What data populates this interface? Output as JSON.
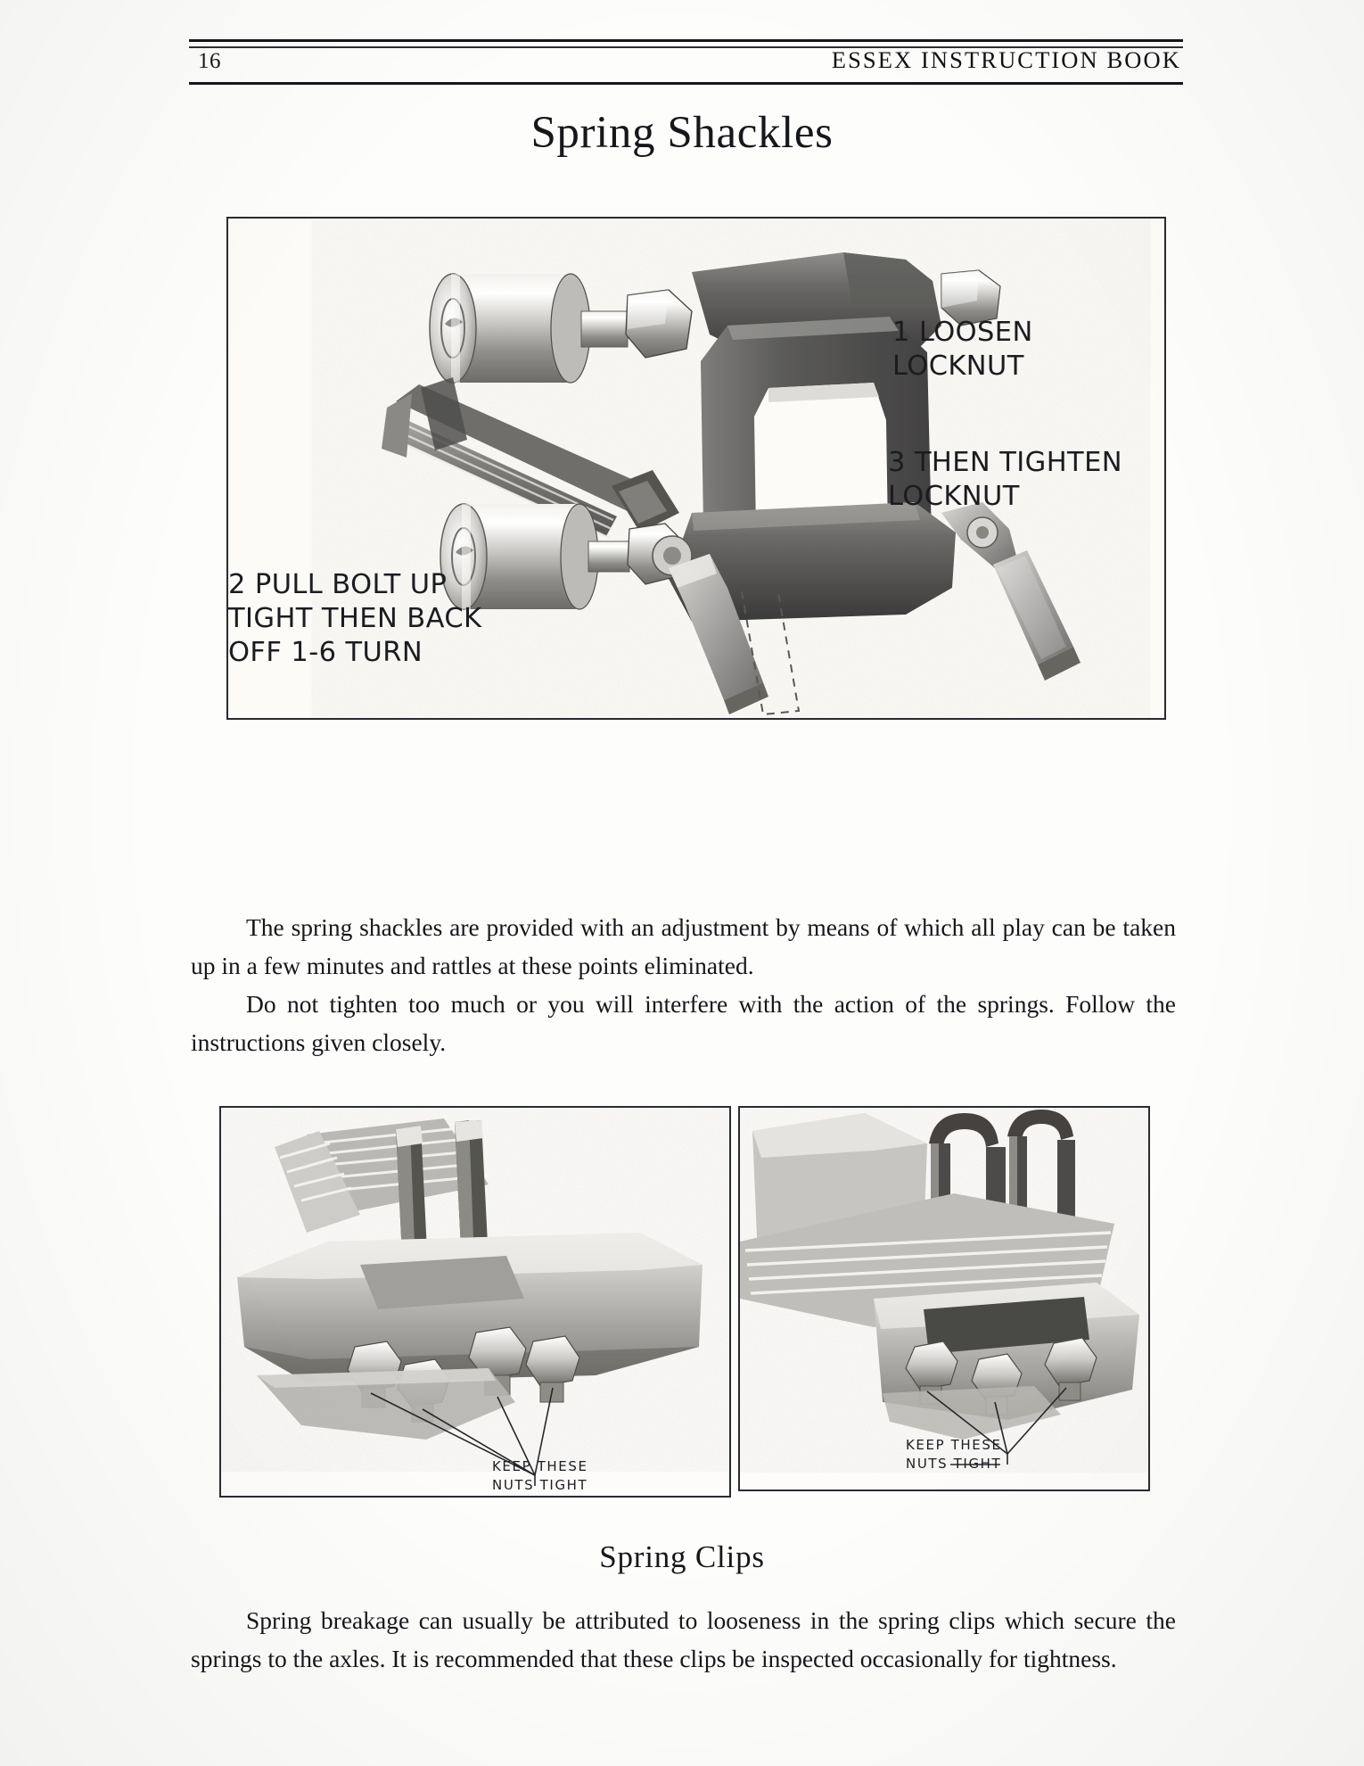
{
  "header": {
    "folio": "16",
    "running_head": "ESSEX INSTRUCTION BOOK"
  },
  "title": "Spring Shackles",
  "figure_shackle": {
    "callout_1": "1 LOOSEN\nLOCKNUT",
    "callout_3": "3 THEN TIGHTEN\nLOCKNUT",
    "callout_2": "2 PULL BOLT UP\nTIGHT THEN BACK\nOFF 1-6 TURN"
  },
  "body": {
    "paragraph_1": "The spring shackles are provided with an adjustment by means of which all play can be taken up in a few minutes and rattles at these points eliminated.",
    "paragraph_2": "Do not tighten too much or you will interfere with the action of the springs.   Follow the instructions given closely."
  },
  "figure_clips": {
    "caption_left": "KEEP  THESE\nNUTS  TIGHT",
    "caption_right": "KEEP  THESE\nNUTS  TIGHT"
  },
  "subheading": "Spring Clips",
  "body_clips": {
    "paragraph_1": "Spring breakage can usually be attributed to looseness in the spring clips which secure the springs to the axles.   It is recommended that these clips be inspected occasionally for tightness."
  },
  "colors": {
    "ink": "#16171b",
    "paper": "#fdfdfb",
    "rule": "#15161a"
  }
}
